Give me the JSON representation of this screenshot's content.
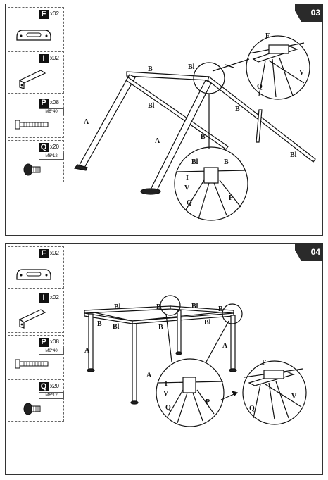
{
  "panels": [
    {
      "step": "03",
      "parts": [
        {
          "letter": "F",
          "qty": "x02",
          "spec": "",
          "icon": "bracket-f-icon"
        },
        {
          "letter": "I",
          "qty": "x02",
          "spec": "",
          "icon": "bracket-i-icon"
        },
        {
          "letter": "P",
          "qty": "x08",
          "spec": "M6*40",
          "icon": "long-bolt-icon"
        },
        {
          "letter": "Q",
          "qty": "x20",
          "spec": "M6*12",
          "icon": "short-bolt-icon"
        }
      ],
      "labels": {
        "a": "A",
        "b": "B",
        "b1": "Bl",
        "f": "F",
        "v": "V",
        "q": "Q",
        "i": "I",
        "p": "P"
      }
    },
    {
      "step": "04",
      "parts": [
        {
          "letter": "F",
          "qty": "x02",
          "spec": "",
          "icon": "bracket-f-icon"
        },
        {
          "letter": "I",
          "qty": "x02",
          "spec": "",
          "icon": "bracket-i-icon"
        },
        {
          "letter": "P",
          "qty": "x08",
          "spec": "M6*40",
          "icon": "long-bolt-icon"
        },
        {
          "letter": "Q",
          "qty": "x20",
          "spec": "M6*12",
          "icon": "short-bolt-icon"
        }
      ],
      "labels": {
        "a": "A",
        "b": "B",
        "b1": "Bl",
        "f": "F",
        "v": "V",
        "q": "Q",
        "i": "I",
        "p": "P"
      }
    }
  ]
}
